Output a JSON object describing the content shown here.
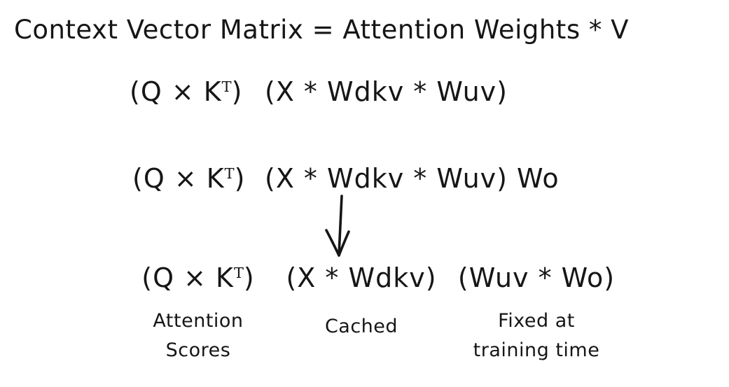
{
  "colors": {
    "text": "#161616",
    "background": "#ffffff"
  },
  "title": "Context Vector Matrix = Attention Weights * V",
  "formulas": {
    "row1": {
      "qk_prefix": "(Q × K",
      "qk_sup": "T",
      "qk_suffix": ")",
      "value_term": "(X * Wdkv * Wuv)"
    },
    "row2": {
      "qk_prefix": "(Q × K",
      "qk_sup": "T",
      "qk_suffix": ")",
      "value_term": "(X * Wdkv * Wuv) Wo"
    },
    "row3": {
      "qk_prefix": "(Q × K",
      "qk_sup": "T",
      "qk_suffix": ")",
      "cached_term": "(X * Wdkv)",
      "fixed_term": "(Wuv * Wo)"
    }
  },
  "annotations": {
    "attention_scores": [
      "Attention",
      "Scores"
    ],
    "cached": "Cached",
    "fixed": [
      "Fixed at",
      "training time"
    ]
  },
  "icons": {
    "down_arrow": "down-arrow"
  }
}
